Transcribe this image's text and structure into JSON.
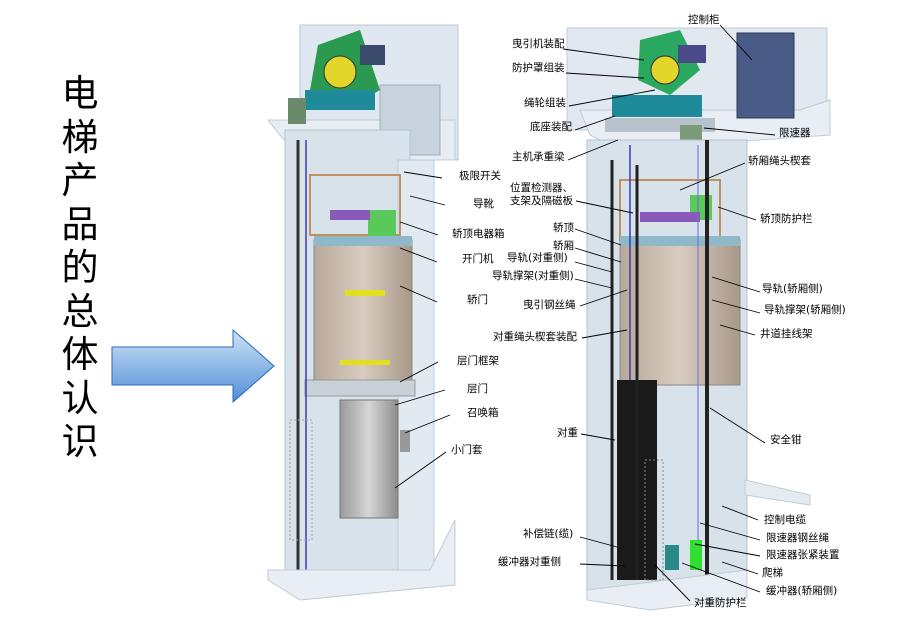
{
  "title_chars": [
    "电",
    "梯",
    "产",
    "品",
    "的",
    "总",
    "体",
    "认",
    "识"
  ],
  "left_labels": [
    "极限开关",
    "导靴",
    "轿顶电器箱",
    "开门机",
    "轿门",
    "层门框架",
    "层门",
    "召唤箱",
    "小门套"
  ],
  "right_labels": {
    "control_cabinet": "控制柜",
    "traction_machine": "曳引机装配",
    "guard_cover": "防护罩组装",
    "sheave": "绳轮组装",
    "base": "底座装配",
    "governor": "限速器",
    "main_beam": "主机承重梁",
    "car_rope_socket": "轿厢绳头楔套",
    "position_detector_1": "位置检测器、",
    "position_detector_2": "支架及隔磁板",
    "car_top_guard": "轿顶防护栏",
    "car_top": "轿顶",
    "car": "轿厢",
    "rail_cw": "导轨(对重侧)",
    "rail_bracket_cw": "导轨撑架(对重侧)",
    "traction_rope": "曳引钢丝绳",
    "rail_car": "导轨(轿厢侧)",
    "rail_bracket_car": "导轨撑架(轿厢侧)",
    "shaft_cable_hanger": "井道挂线架",
    "cw_rope_socket": "对重绳头楔套装配",
    "counterweight": "对重",
    "safety_gear": "安全钳",
    "control_cable": "控制电缆",
    "compensation_chain": "补偿链(缆)",
    "governor_rope": "限速器钢丝绳",
    "governor_tension": "限速器张紧装置",
    "buffer_cw": "缓冲器对重侧",
    "ladder": "爬梯",
    "buffer_car": "缓冲器(轿厢侧)",
    "cw_guard": "对重防护栏"
  },
  "colors": {
    "arrow": "#6aa6e0",
    "shaft": "#dde6ee",
    "machine": "#2aa860",
    "base": "#1f8a9a",
    "cabinet": "#4a5a86"
  }
}
